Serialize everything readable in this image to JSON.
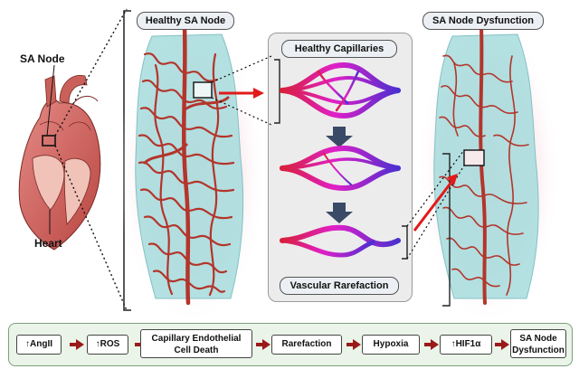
{
  "labels": {
    "sa_node": "SA Node",
    "heart": "Heart",
    "healthy_sa_node": "Healthy SA Node",
    "sa_node_dysfunction": "SA Node Dysfunction",
    "healthy_capillaries": "Healthy Capillaries",
    "vascular_rarefaction": "Vascular Rarefaction"
  },
  "flow": {
    "steps": [
      {
        "arrow": "↑",
        "text": "AngII"
      },
      {
        "arrow": "↑",
        "text": "ROS"
      },
      {
        "line1": "Capillary Endothelial",
        "line2": "Cell Death"
      },
      {
        "text": "Rarefaction"
      },
      {
        "text": "Hypoxia"
      },
      {
        "arrow": "↑",
        "text": "HIF1α"
      },
      {
        "line1": "SA Node",
        "line2": "Dysfunction"
      }
    ]
  },
  "colors": {
    "vessel": "#b3352b",
    "vessel_dark": "#8a2219",
    "tissue": "#7fc6c9",
    "glow": "#f7d7dc",
    "capillary_magenta": "#e020c8",
    "capillary_blue": "#4a2fd0",
    "capillary_red": "#d8203a",
    "arrow_red": "#e21a1a",
    "flow_bg": "#eaf4e8"
  },
  "icons": [
    "heart-illustration",
    "sa-node-marker",
    "down-arrow-icon",
    "right-arrow-icon"
  ]
}
